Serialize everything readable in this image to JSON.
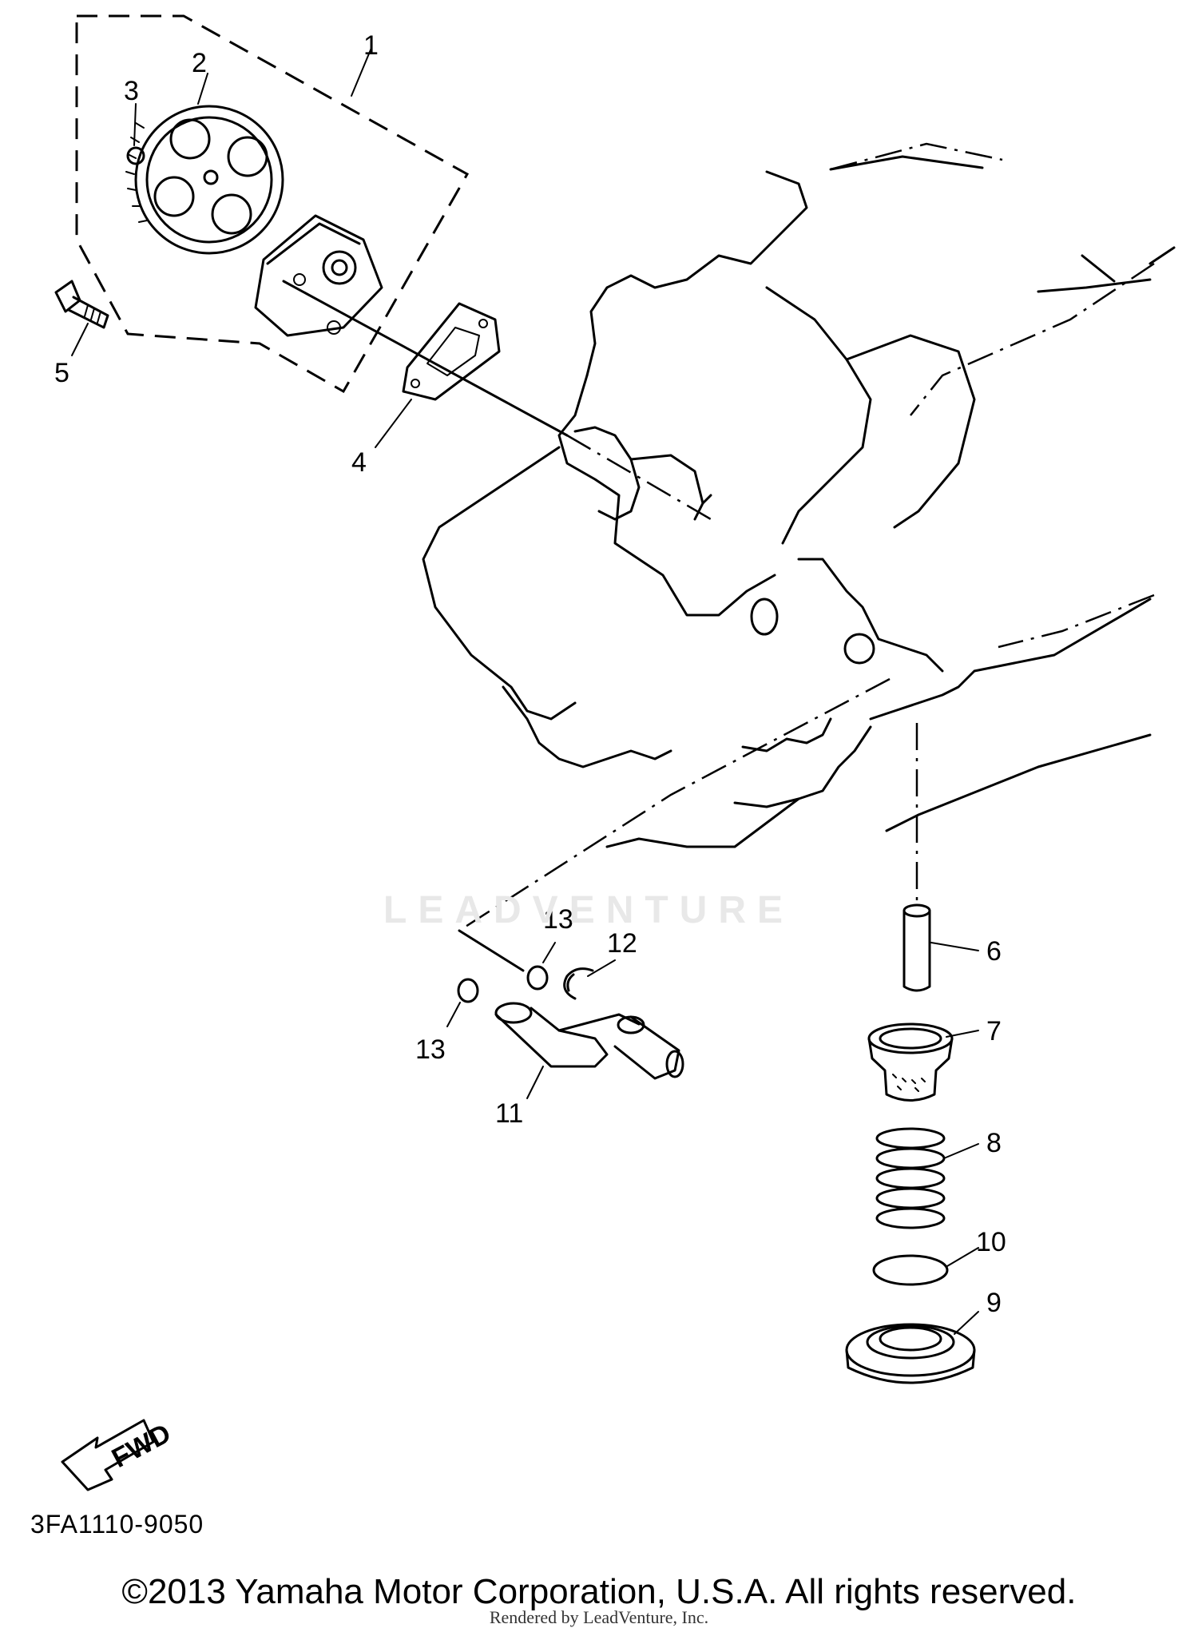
{
  "callouts": [
    {
      "id": "1",
      "text": "1"
    },
    {
      "id": "2",
      "text": "2"
    },
    {
      "id": "3",
      "text": "3"
    },
    {
      "id": "4",
      "text": "4"
    },
    {
      "id": "5",
      "text": "5"
    },
    {
      "id": "6",
      "text": "6"
    },
    {
      "id": "7",
      "text": "7"
    },
    {
      "id": "8",
      "text": "8"
    },
    {
      "id": "9",
      "text": "9"
    },
    {
      "id": "10",
      "text": "10"
    },
    {
      "id": "11",
      "text": "11"
    },
    {
      "id": "12",
      "text": "12"
    },
    {
      "id": "13a",
      "text": "13"
    },
    {
      "id": "13b",
      "text": "13"
    }
  ],
  "fwd_label": "FWD",
  "part_code": "3FA1110-9050",
  "watermark": "LEADVENTURE",
  "copyright": "©2013 Yamaha Motor Corporation, U.S.A. All rights reserved.",
  "rendered_by": "Rendered by LeadVenture, Inc."
}
